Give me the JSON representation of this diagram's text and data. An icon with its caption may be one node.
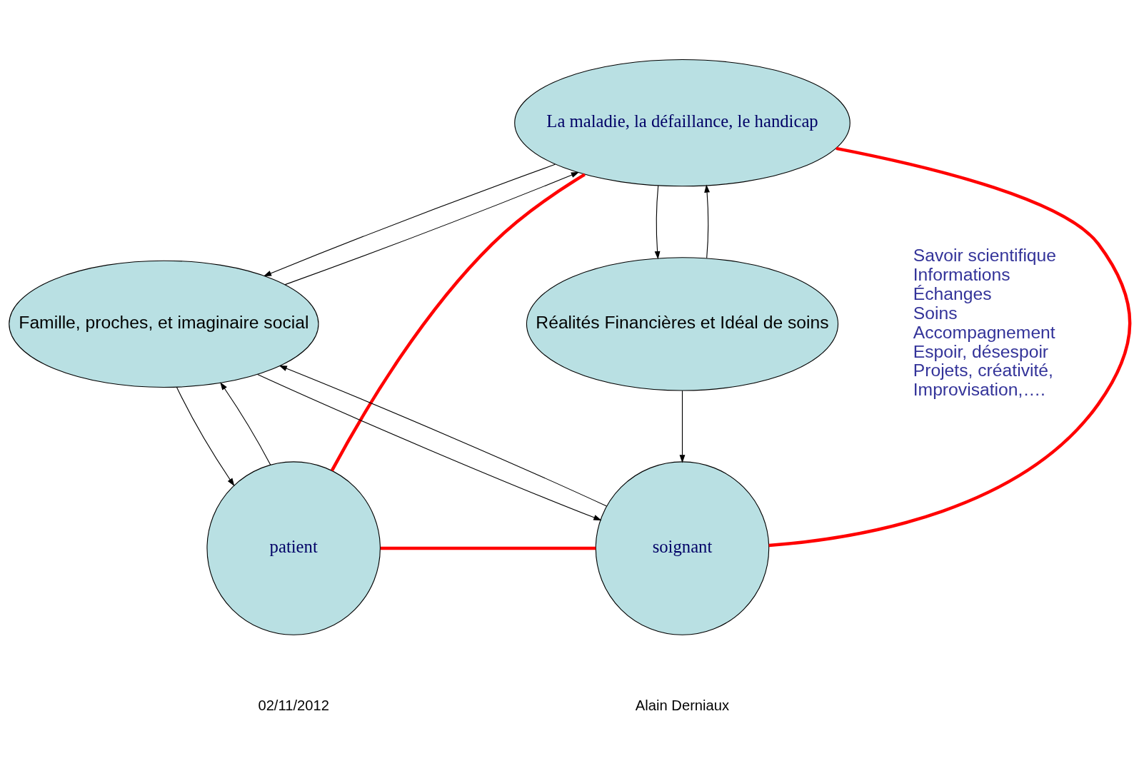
{
  "diagram": {
    "nodes": [
      {
        "text": [
          "La maladie, la défaillance, le handicap"
        ]
      },
      {
        "text": [
          "Famille, proches, et imaginaire social"
        ]
      },
      {
        "text": [
          "Réalités Financières et Idéal de soins"
        ]
      },
      {
        "text": [
          "patient"
        ]
      },
      {
        "text": [
          "soignant"
        ]
      }
    ],
    "edges": [
      {
        "from": 0,
        "to": 1,
        "arrow": "to"
      },
      {
        "from": 1,
        "to": 0,
        "arrow": "to"
      },
      {
        "from": 0,
        "to": 2,
        "arrow": "to"
      },
      {
        "from": 2,
        "to": 0,
        "arrow": "to"
      },
      {
        "from": 1,
        "to": 3,
        "arrow": "to"
      },
      {
        "from": 3,
        "to": 1,
        "arrow": "to"
      },
      {
        "from": 1,
        "to": 4,
        "arrow": "to"
      },
      {
        "from": 4,
        "to": 1,
        "arrow": "to"
      },
      {
        "from": 2,
        "to": 4,
        "arrow": "to"
      },
      {
        "from": 0,
        "to": 3,
        "arrow": "none",
        "style": "thick",
        "color": "#ff0000"
      },
      {
        "from": 3,
        "to": 4,
        "arrow": "none",
        "style": "thick",
        "color": "#ff0000"
      },
      {
        "from": 4,
        "to": 0,
        "arrow": "none",
        "style": "thick",
        "color": "#ff0000"
      }
    ],
    "labels": [
      "Savoir scientifique",
      "Informations",
      "Échanges",
      "Soins",
      "Accompagnement",
      "Espoir, désespoir",
      "Projets, créativité,",
      "Improvisation,….",
      "02/11/2012",
      "Alain Derniaux"
    ]
  }
}
